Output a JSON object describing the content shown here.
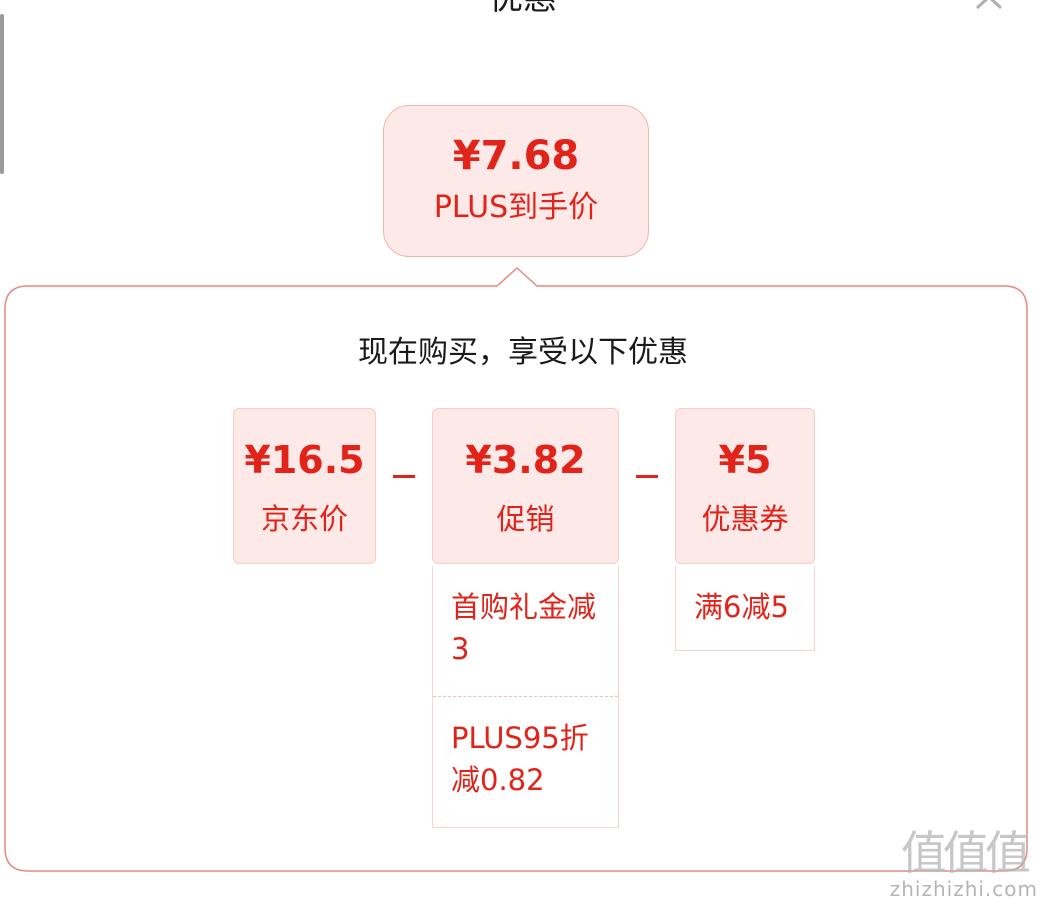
{
  "header": {
    "title": "优惠"
  },
  "final_price": {
    "amount": "¥7.68",
    "label": "PLUS到手价"
  },
  "panel": {
    "heading": "现在购买，享受以下优惠",
    "cards": [
      {
        "amount": "¥16.5",
        "label": "京东价"
      },
      {
        "amount": "¥3.82",
        "label": "促销"
      },
      {
        "amount": "¥5",
        "label": "优惠券"
      }
    ],
    "promo_details": [
      "首购礼金减3",
      "PLUS95折减0.82"
    ],
    "coupon_details": [
      "满6减5"
    ]
  },
  "watermark": {
    "logo": "值值值",
    "domain": "zhizhizhi.com"
  },
  "colors": {
    "accent": "#e2231a",
    "card_bg": "#fde9e7",
    "outline": "#e48a82"
  }
}
